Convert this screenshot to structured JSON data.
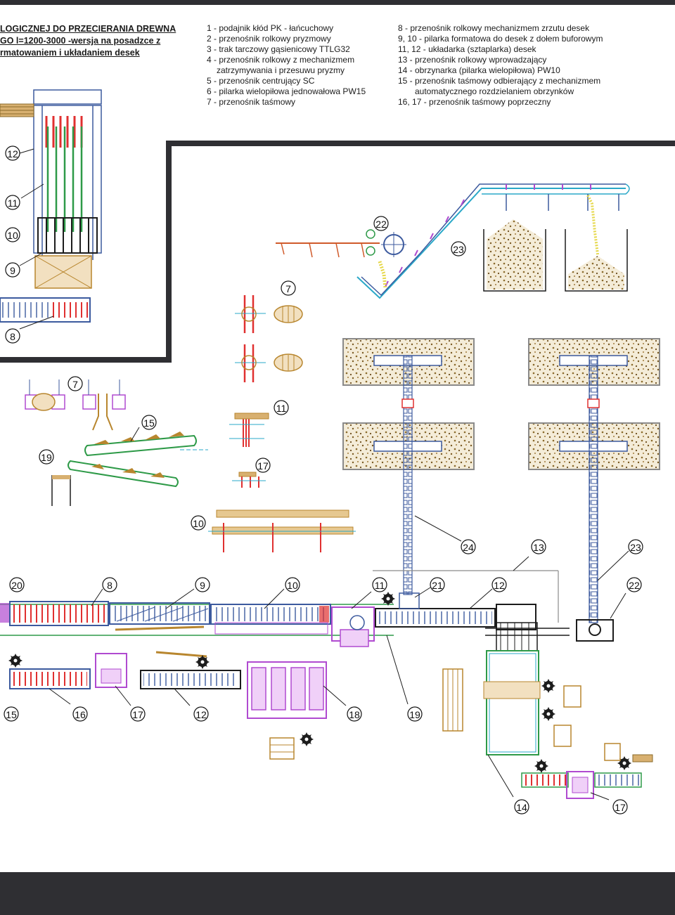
{
  "title": {
    "line1": "LOGICZNEJ DO PRZECIERANIA DREWNA",
    "line2": "GO l=1200-3000 -wersja na posadzce z",
    "line3": "rmatowaniem i układaniem  desek"
  },
  "legend_left": [
    "1 - podajnik kłód PK - łańcuchowy",
    "2 - przenośnik rolkowy pryzmowy",
    "3 - trak tarczowy gąsienicowy TTLG32",
    "4 - przenośnik rolkowy z mechanizmem",
    "zatrzymywania i przesuwu pryzmy",
    "5 - przenośnik centrujący SC",
    "6 - pilarka wielopiłowa jednowałowa PW15",
    "7 - przenośnik taśmowy"
  ],
  "legend_right": [
    "8 - przenośnik rolkowy mechanizmem zrzutu desek",
    "9, 10 - pilarka formatowa do desek z dołem buforowym",
    "11, 12 - układarka (sztaplarka) desek",
    "13 - przenośnik rolkowy wprowadzający",
    "14 - obrzynarka (pilarka wielopiłowa) PW10",
    "15 - przenośnik taśmowy odbierający z mechanizmem",
    "automatycznego rozdzielaniem obrzynków",
    "16, 17 - przenośnik taśmowy poprzeczny"
  ],
  "markers": {
    "inset": [
      "12",
      "11",
      "10",
      "9",
      "8"
    ],
    "upper": [
      "22",
      "23",
      "7",
      "7",
      "11",
      "15",
      "17",
      "19",
      "10"
    ],
    "line": [
      "24",
      "13",
      "23",
      "20",
      "8",
      "9",
      "10",
      "11",
      "21",
      "12",
      "22"
    ],
    "lower": [
      "15",
      "16",
      "17",
      "12",
      "18",
      "19",
      "14",
      "17"
    ]
  },
  "colors": {
    "frame": "#2f2f33",
    "steel": "#3c5a9e",
    "red": "#e03030",
    "green": "#2e9a48",
    "wood": "#b8862e",
    "magenta": "#b04ad0",
    "sawdust": "#8a6a2a",
    "cyan": "#2aa8c8",
    "yellow": "#e6d84a"
  },
  "icons": [
    "sawblade-icon"
  ]
}
